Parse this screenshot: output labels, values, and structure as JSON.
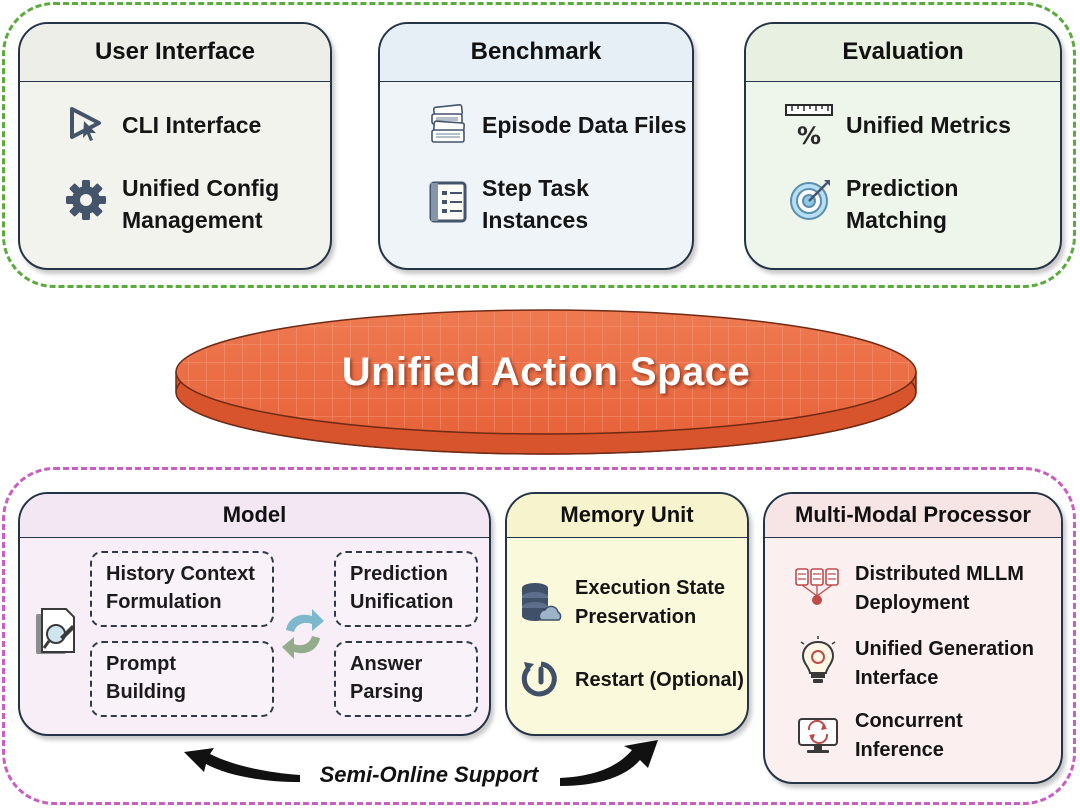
{
  "user_interface": {
    "title": "User Interface",
    "items": [
      {
        "label_line1": "CLI Interface",
        "label_line2": "",
        "icon": "play-cursor-icon"
      },
      {
        "label_line1": "Unified Config",
        "label_line2": "Management",
        "icon": "gear-icon"
      }
    ]
  },
  "benchmark": {
    "title": "Benchmark",
    "items": [
      {
        "label_line1": "Episode Data Files",
        "label_line2": "",
        "icon": "stacked-files-icon"
      },
      {
        "label_line1": "Step Task",
        "label_line2": "Instances",
        "icon": "checklist-icon"
      }
    ]
  },
  "evaluation": {
    "title": "Evaluation",
    "items": [
      {
        "label_line1": "Unified Metrics",
        "label_line2": "",
        "icon": "ruler-percent-icon"
      },
      {
        "label_line1": "Prediction",
        "label_line2": "Matching",
        "icon": "target-icon"
      }
    ]
  },
  "core": {
    "title": "Unified Action Space",
    "color": "#ec6d45"
  },
  "model": {
    "title": "Model",
    "boxes": [
      {
        "line1": "History Context",
        "line2": "Formulation"
      },
      {
        "line1": "Prediction",
        "line2": "Unification"
      },
      {
        "line1": "Prompt",
        "line2": "Building"
      },
      {
        "line1": "Answer",
        "line2": "Parsing"
      }
    ],
    "icons": [
      "document-magnifier-icon",
      "cycle-arrows-icon"
    ]
  },
  "memory_unit": {
    "title": "Memory Unit",
    "items": [
      {
        "label_line1": "Execution State",
        "label_line2": "Preservation",
        "icon": "database-cloud-icon"
      },
      {
        "label_line1": "Restart (Optional)",
        "label_line2": "",
        "icon": "power-restart-icon"
      }
    ]
  },
  "multimodal_processor": {
    "title": "Multi-Modal Processor",
    "items": [
      {
        "label_line1": "Distributed MLLM",
        "label_line2": "Deployment",
        "icon": "server-network-icon"
      },
      {
        "label_line1": "Unified Generation",
        "label_line2": "Interface",
        "icon": "lightbulb-brain-icon"
      },
      {
        "label_line1": "Concurrent",
        "label_line2": "Inference",
        "icon": "monitor-sync-icon"
      }
    ]
  },
  "semi_online": {
    "label": "Semi-Online Support"
  },
  "colors": {
    "top_frame": "#5aaa3c",
    "bottom_frame": "#c95dc2",
    "card_border": "#243447",
    "accent_blue": "#44546b"
  }
}
